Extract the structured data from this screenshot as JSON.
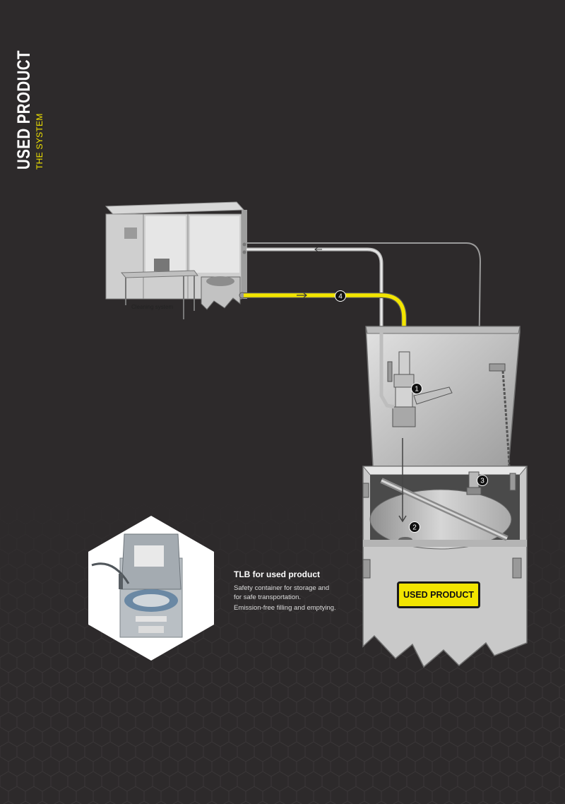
{
  "title": "USED PRODUCT",
  "subtitle": "THE SYSTEM",
  "cleaning_label": "Cleaning system",
  "markers": [
    "1",
    "2",
    "3",
    "4"
  ],
  "tlb": {
    "heading": "TLB for used product",
    "desc_lines": [
      "Safety container for storage and",
      "for safe transportation."
    ],
    "desc_extra": "Emission-free filling and emptying."
  },
  "container_label": "USED PRODUCT",
  "colors": {
    "background": "#2d2a2b",
    "accent": "#f2e500",
    "steel": "#c9c9c9"
  }
}
